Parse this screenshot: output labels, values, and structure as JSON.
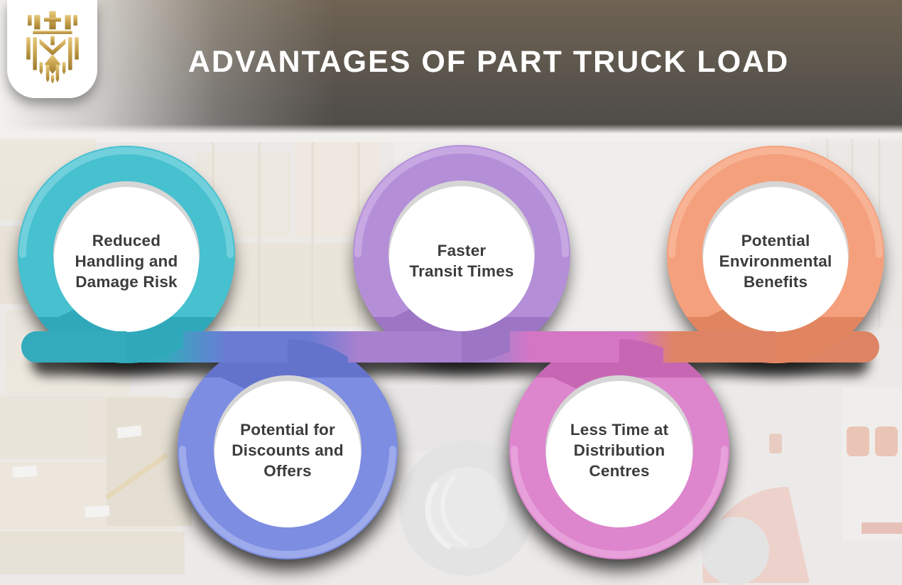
{
  "header": {
    "title": "ADVANTAGES OF PART TRUCK LOAD",
    "band_top_color": "#6F6353",
    "band_bottom_color": "#504D49"
  },
  "logo": {
    "icon": "gold-lion-crest",
    "gold_light": "#E6CA7E",
    "gold_mid": "#C7A14C",
    "gold_dark": "#9E7D30"
  },
  "colors": {
    "label_text": "#3C3C3C",
    "inner_circle": "#FFFFFF",
    "inner_crescent": "#D6D6D6",
    "background": "#ECEAE8"
  },
  "items": [
    {
      "rank": 1,
      "position": "top",
      "lines": [
        "Reduced",
        "Handling and",
        "Damage Risk"
      ],
      "label": "Reduced Handling and Damage Risk",
      "ring_color": "#47C0CF",
      "ring_dark": "#2FA9BA",
      "ring_light": "#9AE0E9",
      "band_color": "#33ABBC"
    },
    {
      "rank": 2,
      "position": "bottom",
      "lines": [
        "Potential for",
        "Discounts and",
        "Offers"
      ],
      "label": "Potential for Discounts and Offers",
      "ring_color": "#7D8DE2",
      "ring_dark": "#6373CC",
      "ring_light": "#BDC7F3",
      "band_color": "#6B7BD4"
    },
    {
      "rank": 3,
      "position": "top",
      "lines": [
        "Faster",
        "Transit Times"
      ],
      "label": "Faster Transit Times",
      "ring_color": "#B48FD8",
      "ring_dark": "#9C75C4",
      "ring_light": "#D9C1EE",
      "band_color": "#A781CE"
    },
    {
      "rank": 4,
      "position": "bottom",
      "lines": [
        "Less Time at",
        "Distribution",
        "Centres"
      ],
      "label": "Less Time at Distribution Centres",
      "ring_color": "#DD85CD",
      "ring_dark": "#C767B4",
      "ring_light": "#F2BCE8",
      "band_color": "#D476C4"
    },
    {
      "rank": 5,
      "position": "top",
      "lines": [
        "Potential",
        "Environmental",
        "Benefits"
      ],
      "label": "Potential Environmental Benefits",
      "ring_color": "#F5A07D",
      "ring_dark": "#E0855F",
      "ring_light": "#FBC6AE",
      "band_color": "#DE8465"
    }
  ]
}
